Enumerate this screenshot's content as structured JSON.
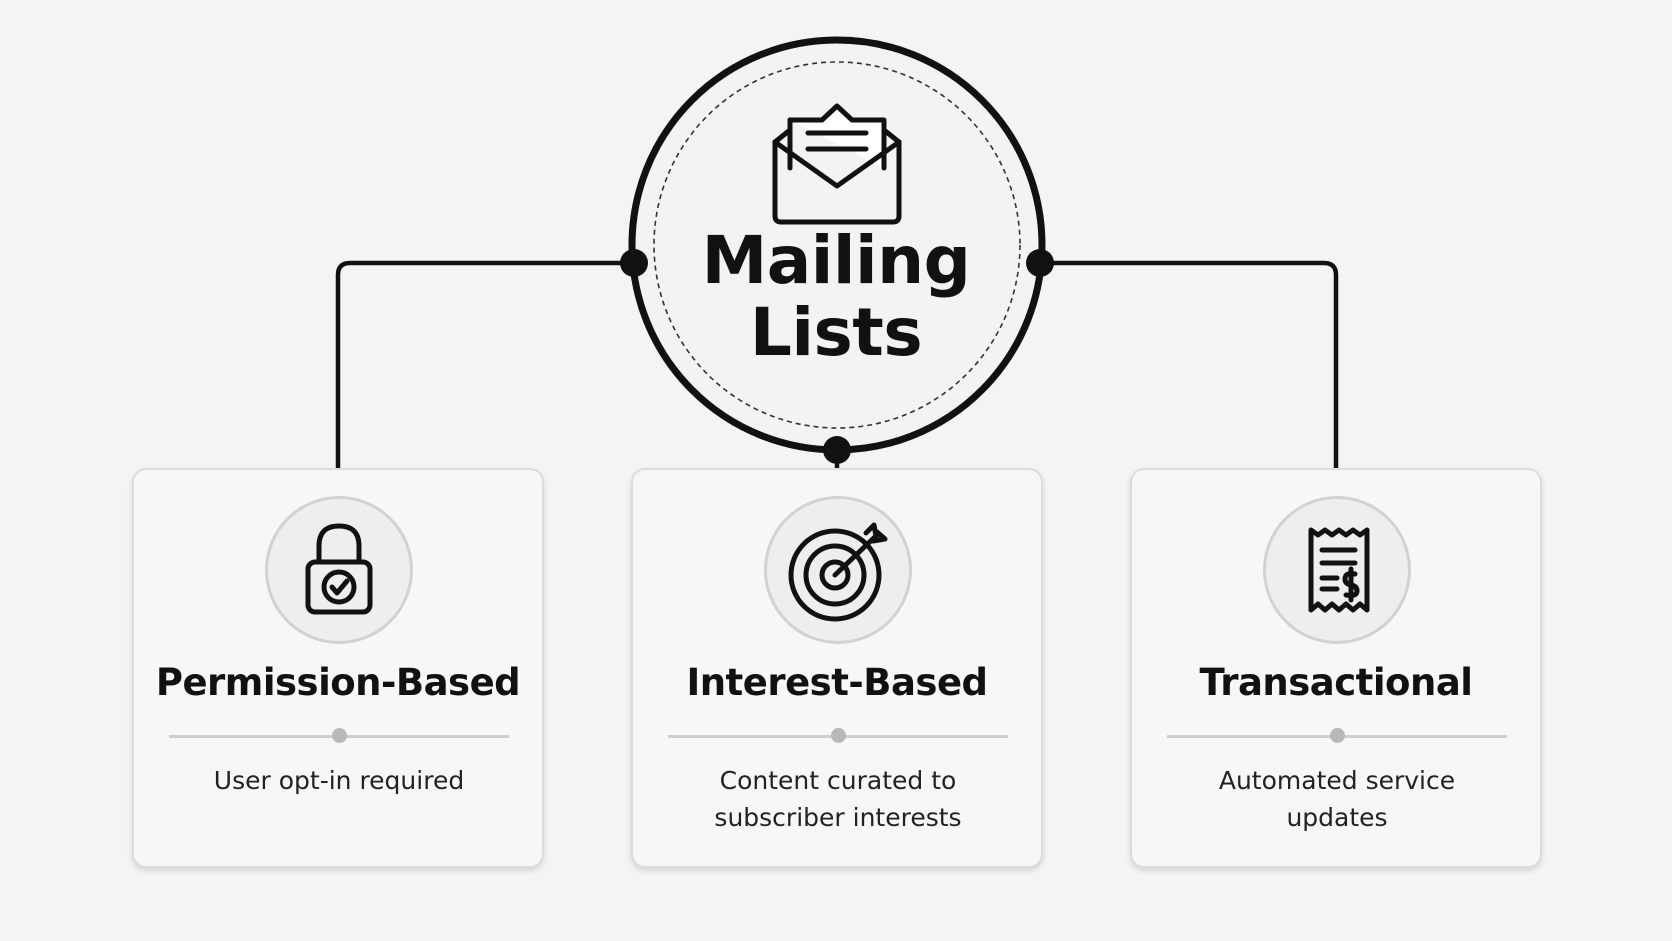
{
  "hub": {
    "title_line1": "Mailing",
    "title_line2": "Lists",
    "icon": "open-envelope-icon"
  },
  "categories": [
    {
      "title": "Permission-Based",
      "description": "User opt-in required",
      "icon": "padlock-check-icon"
    },
    {
      "title": "Interest-Based",
      "description": "Content curated to subscriber interests",
      "icon": "target-arrow-icon"
    },
    {
      "title": "Transactional",
      "description": "Automated service updates",
      "icon": "receipt-dollar-icon"
    }
  ],
  "colors": {
    "background": "#f4f4f4",
    "line": "#111111",
    "card": "#f7f7f7",
    "divider": "#cfcfcf"
  }
}
